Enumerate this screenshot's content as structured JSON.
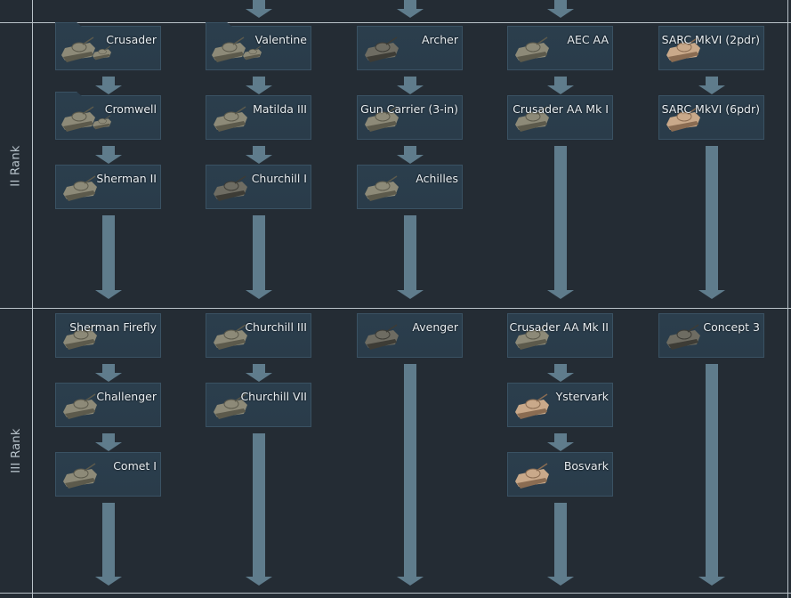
{
  "colors": {
    "background": "#242c34",
    "divider": "#b9c2c8",
    "card_bg": "#2b3e4d",
    "card_border": "#3a5263",
    "arrow": "#5f7c8c",
    "text": "#e8eef2",
    "rank_text": "#b8c3cb"
  },
  "ranks": [
    {
      "label": "II Rank",
      "columns": [
        {
          "vehicles": [
            {
              "name": "Crusader",
              "group": true,
              "icon": "tank-group-icon",
              "tone": "olive"
            },
            {
              "name": "Cromwell",
              "group": true,
              "icon": "tank-group-icon",
              "tone": "olive"
            },
            {
              "name": "Sherman II",
              "group": false,
              "icon": "tank-icon",
              "tone": "olive"
            }
          ]
        },
        {
          "vehicles": [
            {
              "name": "Valentine",
              "group": true,
              "icon": "tank-group-icon",
              "tone": "olive"
            },
            {
              "name": "Matilda III",
              "group": false,
              "icon": "tank-icon",
              "tone": "olive"
            },
            {
              "name": "Churchill I",
              "group": false,
              "icon": "tank-icon",
              "tone": "dark"
            }
          ]
        },
        {
          "vehicles": [
            {
              "name": "Archer",
              "group": false,
              "icon": "tank-destroyer-icon",
              "tone": "dark"
            },
            {
              "name": "Gun Carrier (3-in)",
              "group": false,
              "icon": "tank-destroyer-icon",
              "tone": "olive"
            },
            {
              "name": "Achilles",
              "group": false,
              "icon": "tank-destroyer-icon",
              "tone": "olive"
            }
          ]
        },
        {
          "vehicles": [
            {
              "name": "AEC AA",
              "group": false,
              "icon": "spaa-icon",
              "tone": "olive"
            },
            {
              "name": "Crusader AA Mk I",
              "group": false,
              "icon": "spaa-icon",
              "tone": "olive"
            }
          ]
        },
        {
          "vehicles": [
            {
              "name": "SARC MkVI (2pdr)",
              "group": false,
              "icon": "armored-car-icon",
              "tone": "sand"
            },
            {
              "name": "SARC MkVI (6pdr)",
              "group": false,
              "icon": "armored-car-icon",
              "tone": "sand"
            }
          ]
        }
      ]
    },
    {
      "label": "III Rank",
      "columns": [
        {
          "vehicles": [
            {
              "name": "Sherman Firefly",
              "group": false,
              "icon": "tank-icon",
              "tone": "olive"
            },
            {
              "name": "Challenger",
              "group": false,
              "icon": "tank-icon",
              "tone": "olive"
            },
            {
              "name": "Comet I",
              "group": false,
              "icon": "tank-icon",
              "tone": "olive"
            }
          ]
        },
        {
          "vehicles": [
            {
              "name": "Churchill III",
              "group": false,
              "icon": "tank-icon",
              "tone": "olive"
            },
            {
              "name": "Churchill VII",
              "group": false,
              "icon": "tank-icon",
              "tone": "olive"
            }
          ]
        },
        {
          "vehicles": [
            {
              "name": "Avenger",
              "group": false,
              "icon": "tank-icon",
              "tone": "dark"
            }
          ]
        },
        {
          "vehicles": [
            {
              "name": "Crusader AA Mk II",
              "group": false,
              "icon": "spaa-icon",
              "tone": "olive"
            },
            {
              "name": "Ystervark",
              "group": false,
              "icon": "spaa-truck-icon",
              "tone": "sand"
            },
            {
              "name": "Bosvark",
              "group": false,
              "icon": "spaa-truck-icon",
              "tone": "sand"
            }
          ]
        },
        {
          "vehicles": [
            {
              "name": "Concept 3",
              "group": false,
              "icon": "tank-icon",
              "tone": "dark"
            }
          ]
        }
      ]
    }
  ]
}
